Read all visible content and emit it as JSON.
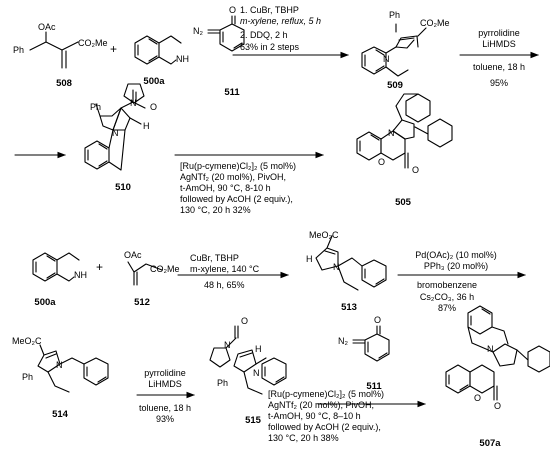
{
  "row1": {
    "c508": {
      "label": "508",
      "oac": "OAc",
      "ph": "Ph",
      "ester": "CO₂Me"
    },
    "plus": "+",
    "c500a": {
      "label": "500a",
      "nh": "NH"
    },
    "step1": {
      "line1": "1. CuBr, TBHP",
      "line2": "m-xylene, reflux, 5 h",
      "line3": "2. DDQ, 2 h",
      "line4": "63% in 2 steps"
    },
    "c509": {
      "label": "509",
      "ph": "Ph",
      "ester": "CO₂Me",
      "n": "N"
    },
    "step2": {
      "top1": "pyrrolidine",
      "top2": "LiHMDS",
      "bottom1": "toluene, 18 h",
      "bottom2": "95%"
    }
  },
  "row2": {
    "c510": {
      "label": "510",
      "ph": "Ph",
      "o": "O",
      "h": "H",
      "n_amide": "N",
      "n_ring": "N"
    },
    "c511": {
      "label": "511",
      "o": "O",
      "n2": "N₂"
    },
    "conditions": {
      "line1": "[Ru(p-cymene)Cl₂]₂ (5 mol%)",
      "line2": "AgNTf₂ (20 mol%), PivOH,",
      "line3": "t-AmOH, 90 °C, 8-10 h",
      "line4": "followed by AcOH (2 equiv.),",
      "line5": "130 °C, 20 h   32%"
    },
    "c505": {
      "label": "505",
      "n": "N",
      "o_ring": "O",
      "o_carbonyl": "O"
    }
  },
  "row3": {
    "c500a": {
      "label": "500a",
      "nh": "NH"
    },
    "plus": "+",
    "c512": {
      "label": "512",
      "oac": "OAc",
      "ester": "CO₂Me"
    },
    "step1": {
      "top1": "CuBr, TBHP",
      "top2": "m-xylene, 140 °C",
      "bottom": "48 h, 65%"
    },
    "c513": {
      "label": "513",
      "ester": "MeO₂C",
      "h": "H",
      "n": "N"
    },
    "step2": {
      "top1": "Pd(OAc)₂ (10 mol%)",
      "top2": "PPh₃ (20 mol%)",
      "bottom1": "bromobenzene",
      "bottom2": "Cs₂CO₃, 36 h",
      "bottom3": "87%"
    }
  },
  "row4": {
    "c514": {
      "label": "514",
      "ester": "MeO₂C",
      "ph": "Ph",
      "n": "N"
    },
    "step1": {
      "top1": "pyrrolidine",
      "top2": "LiHMDS",
      "bottom1": "toluene, 18 h",
      "bottom2": "93%"
    },
    "c515": {
      "label": "515",
      "o": "O",
      "n_amide": "N",
      "h": "H",
      "ph": "Ph",
      "n_ring": "N"
    },
    "c511": {
      "label": "511",
      "o": "O",
      "n2": "N₂"
    },
    "conditions": {
      "line1": "[Ru(p-cymene)Cl₂]₂ (5 mol%)",
      "line2": "AgNTf₂ (20 mol%), PivOH,",
      "line3": "t-AmOH, 90 °C, 8–10 h",
      "line4": "followed by AcOH (2 equiv.),",
      "line5": "130 °C, 20 h   38%"
    },
    "c507a": {
      "label": "507a",
      "n": "N",
      "o_ring": "O",
      "o_carbonyl": "O"
    }
  }
}
